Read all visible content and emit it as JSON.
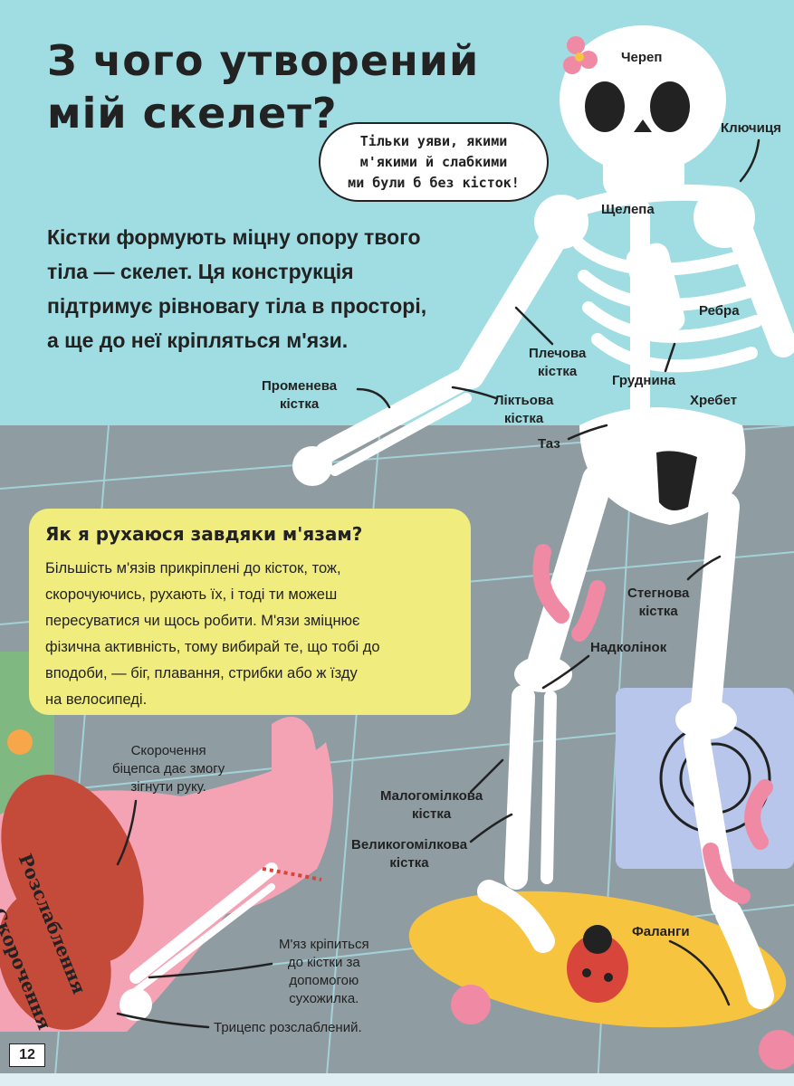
{
  "page": {
    "title_line1": "З чого утворений",
    "title_line2": "мій скелет?",
    "bubble_line1": "Тільки уяви, якими",
    "bubble_line2": "м'якими й слабкими",
    "bubble_line3": "ми були б без кісток!",
    "intro_line1": "Кістки формують міцну опору твого",
    "intro_line2": "тіла — скелет. Ця конструкція",
    "intro_line3": "підтримує рівновагу тіла в просторі,",
    "intro_line4": "а ще до неї кріпляться м'язи.",
    "page_number": "12"
  },
  "skeleton_labels": {
    "cherep": "Череп",
    "klyuchytsia": "Ключиця",
    "shchelepa": "Щелепа",
    "rebra": "Ребра",
    "plechova_1": "Плечова",
    "plechova_2": "кістка",
    "grudnyna": "Груднина",
    "promeneva_1": "Променева",
    "promeneva_2": "кістка",
    "liktova_1": "Ліктьова",
    "liktova_2": "кістка",
    "khrebet": "Хребет",
    "taz": "Таз",
    "stehnova_1": "Стегнова",
    "stehnova_2": "кістка",
    "nadkolinok": "Надколінок",
    "malohomilkova_1": "Малогомілкова",
    "malohomilkova_2": "кістка",
    "velykohomilkova_1": "Великогомілкова",
    "velykohomilkova_2": "кістка",
    "falangy": "Фаланги"
  },
  "muscles": {
    "heading": "Як я рухаюся завдяки м'язам?",
    "line1": "Більшість м'язів прикріплені до кісток, тож,",
    "line2": "скорочуючись, рухають їх, і тоді ти можеш",
    "line3": "пересуватися чи щось робити. М'язи зміцнює",
    "line4": "фізична активність, тому вибирай те, що тобі до",
    "line5": "вподоби, — біг, плавання, стрибки або ж їзду",
    "line6": "на велосипеді."
  },
  "arm_labels": {
    "biceps_1": "Скорочення",
    "biceps_2": "біцепса дає змогу",
    "biceps_3": "зігнути руку.",
    "contraction": "Скорочення",
    "relaxation": "Розслаблення",
    "tendon_1": "М'яз кріпиться",
    "tendon_2": "до кістки за",
    "tendon_3": "допомогою",
    "tendon_4": "сухожилка.",
    "triceps": "Трицепс розслаблений."
  },
  "colors": {
    "sky": "#9fdde3",
    "floor": "#8f9ca1",
    "note_box": "#f1ec7e",
    "skin": "#f4a3b4",
    "muscle": "#c44a3a",
    "board": "#f7c43f"
  }
}
